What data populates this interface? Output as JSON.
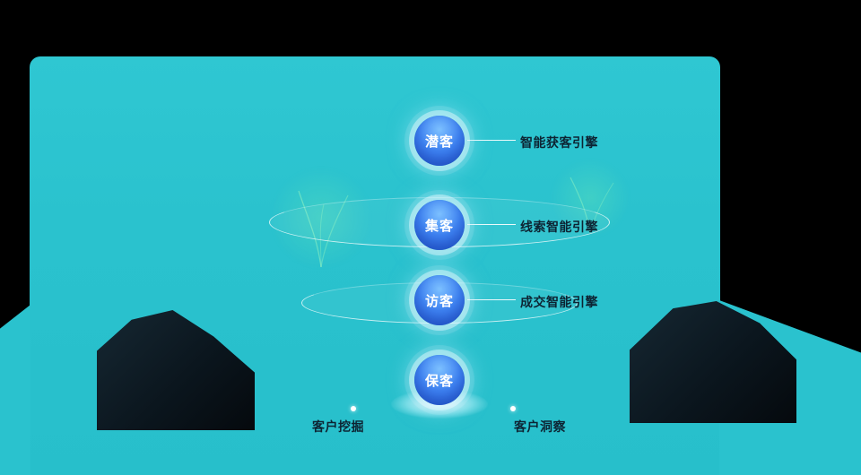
{
  "theme": {
    "bg": "#000000",
    "panel_teal": "#2AC2CE",
    "node_blue_light": "#7CC0FF",
    "node_blue_dark": "#2A5FE0",
    "node_text": "#FFFFFF",
    "label_text": "#0D2433",
    "mountain_dark": "#0B161E",
    "accent_green": "#8CFFAA"
  },
  "funnel": {
    "stages": [
      {
        "label": "潜客",
        "engine": "智能获客引擎"
      },
      {
        "label": "集客",
        "engine": "线索智能引擎"
      },
      {
        "label": "访客",
        "engine": "成交智能引擎"
      },
      {
        "label": "保客"
      }
    ]
  },
  "footer": {
    "items": [
      {
        "label": "客户挖掘"
      },
      {
        "label": "客户洞察"
      }
    ]
  }
}
